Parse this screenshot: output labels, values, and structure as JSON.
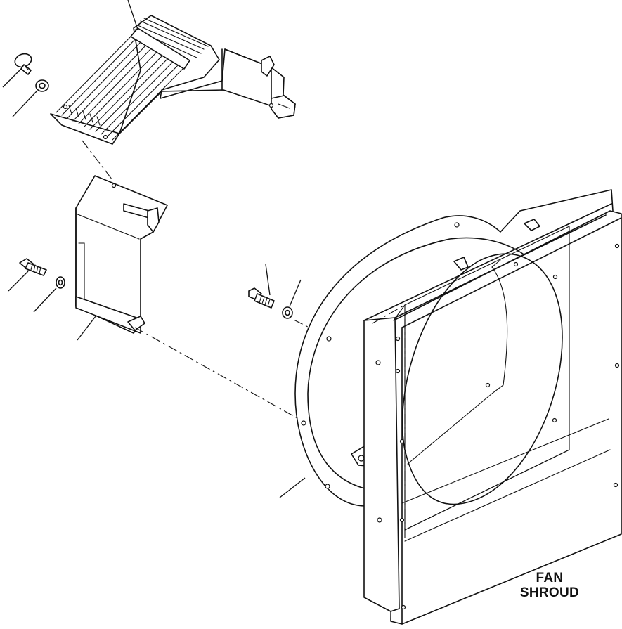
{
  "diagram": {
    "callouts": {
      "fan_shroud_line1": "FAN",
      "fan_shroud_line2": "SHROUD"
    },
    "parts": [
      "guard-upper",
      "bolt-upper",
      "washer-upper",
      "bracket",
      "bolt-left",
      "washer-left",
      "bolt-center",
      "washer-center",
      "shroud-ring",
      "fan-shroud"
    ]
  }
}
